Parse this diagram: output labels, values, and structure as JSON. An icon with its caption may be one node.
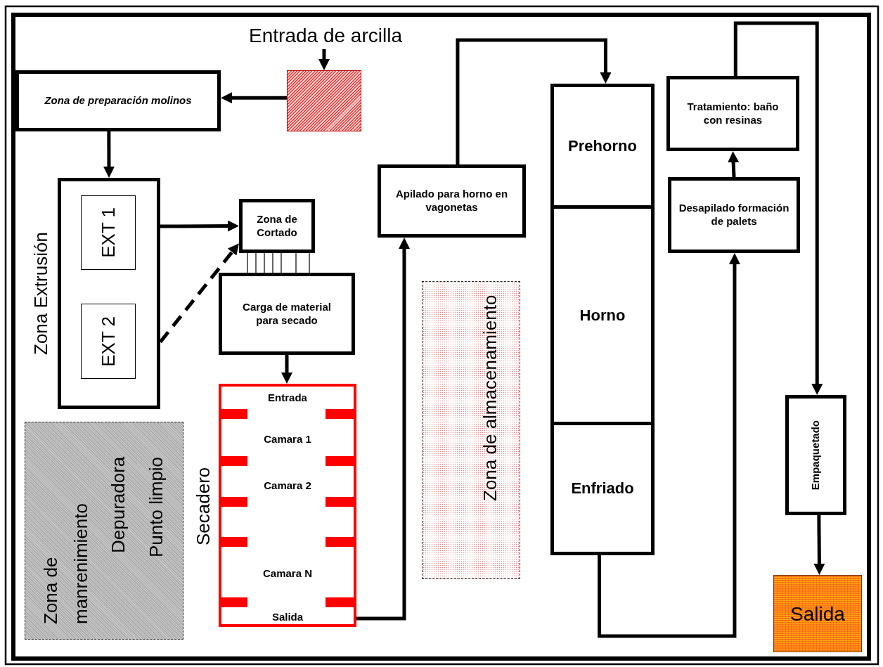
{
  "diagram": {
    "nodes": [
      {
        "text": [
          "Entrada de arcilla"
        ]
      },
      {
        "text": [
          "Zona de preparación molinos"
        ]
      },
      {
        "text": [
          "Zona Extrusión"
        ]
      },
      {
        "text": [
          "EXT 1"
        ],
        "in": 2
      },
      {
        "text": [
          "EXT 2"
        ],
        "in": 2
      },
      {
        "text": [
          "Zona de Cortado"
        ]
      },
      {
        "text": [
          "Carga de material para secado"
        ]
      },
      {
        "text": [
          "Secadero",
          "Entrada",
          "Camara 1",
          "Camara 2",
          "Camara N",
          "Salida"
        ]
      },
      {
        "text": [
          "Zona de manrenimiento",
          "Depuradora",
          "Punto limpio"
        ]
      },
      {
        "text": [
          "Apilado para horno en vagonetas"
        ]
      },
      {
        "text": [
          "Zona de almacenamiento"
        ]
      },
      {
        "text": [
          "Prehorno"
        ]
      },
      {
        "text": [
          "Horno"
        ]
      },
      {
        "text": [
          "Enfriado"
        ]
      },
      {
        "text": [
          "Tratamiento: baño con resinas"
        ]
      },
      {
        "text": [
          "Desapilado formación de palets"
        ]
      },
      {
        "text": [
          "Empaquetado"
        ]
      },
      {
        "text": [
          "Salida"
        ]
      }
    ],
    "edges": [
      {
        "from": null,
        "to": 0,
        "arrow": "to"
      },
      {
        "from": 0,
        "to": 1,
        "arrow": "to"
      },
      {
        "from": 1,
        "to": 2,
        "arrow": "to"
      },
      {
        "from": 2,
        "to": 5,
        "arrow": "to"
      },
      {
        "from": 2,
        "to": 5,
        "arrow": "to",
        "style": "dashed"
      },
      {
        "from": 5,
        "to": 6,
        "arrow": "none"
      },
      {
        "from": 6,
        "to": 7,
        "arrow": "to"
      },
      {
        "from": 7,
        "to": 9,
        "arrow": "to"
      },
      {
        "from": 9,
        "to": 11,
        "arrow": "to"
      },
      {
        "from": 13,
        "to": 15,
        "arrow": "to"
      },
      {
        "from": 15,
        "to": 14,
        "arrow": "to"
      },
      {
        "from": 14,
        "to": 16,
        "arrow": "to"
      },
      {
        "from": 16,
        "to": 17,
        "arrow": "to"
      }
    ]
  }
}
